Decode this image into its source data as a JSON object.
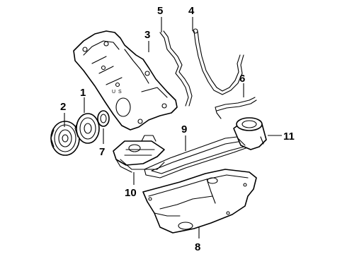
{
  "diagram": {
    "callouts": [
      "1",
      "2",
      "3",
      "4",
      "5",
      "6",
      "7",
      "8",
      "9",
      "10",
      "11"
    ],
    "cover_marks": [
      "U",
      "S"
    ]
  },
  "colors": {
    "line": "#000000",
    "background": "#ffffff"
  }
}
